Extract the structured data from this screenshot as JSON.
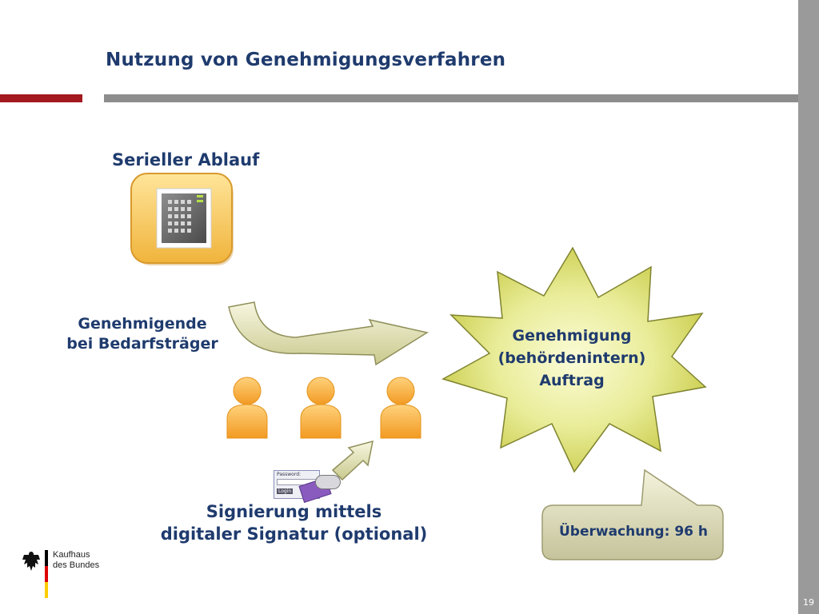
{
  "slide": {
    "title": "Nutzung von Genehmigungsverfahren",
    "subtitle": "Serieller Ablauf",
    "approver_label": "Genehmigende\nbei Bedarfsträger",
    "signature_label": "Signierung mittels\ndigitaler Signatur (optional)",
    "star_label": "Genehmigung\n(behördenintern)\nAuftrag",
    "monitoring_label": "Überwachung: 96 h",
    "page_number": "19"
  },
  "login_card": {
    "password_label": "Password:",
    "login_button": "Login"
  },
  "logo": {
    "text": "Kaufhaus\ndes Bundes"
  },
  "icons": {
    "building": "building-icon",
    "person": "person-icon",
    "eagle": "eagle-icon"
  },
  "colors": {
    "title_text": "#1f3b6e",
    "accent_red": "#a2191f",
    "bar_gray": "#8d8d8d",
    "icon_orange": "#f6b24a",
    "star_fill": "#dfe27a",
    "callout_fill": "#dddcb8"
  }
}
